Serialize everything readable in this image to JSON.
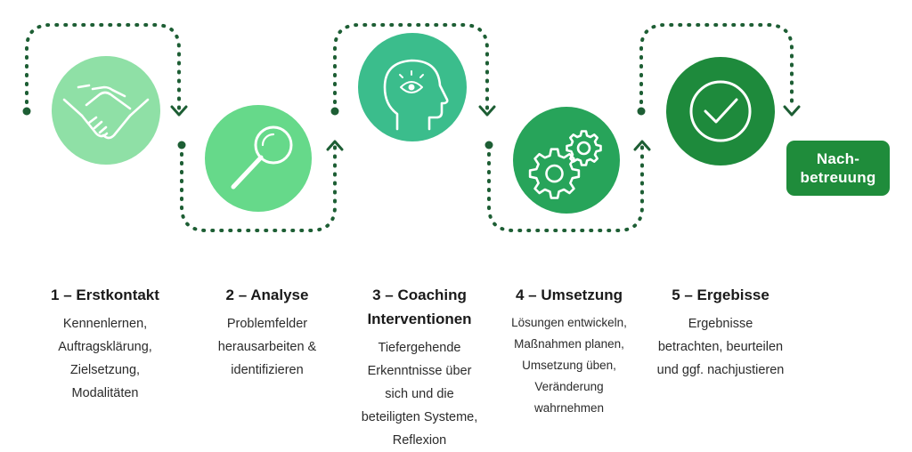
{
  "colors": {
    "dotted_line": "#1d5e34",
    "circle_1": "#8fe0a6",
    "circle_2": "#66d98a",
    "circle_3": "#3bbd8c",
    "circle_4": "#27a45a",
    "circle_5": "#1e8a3c",
    "final_box": "#1f8c3b"
  },
  "final": {
    "line1": "Nach-",
    "line2": "betreuung"
  },
  "steps": [
    {
      "title_lines": [
        "1 – Erstkontakt"
      ],
      "desc_lines": [
        "Kennenlernen,",
        "Auftragsklärung,",
        "Zielsetzung,",
        "Modalitäten"
      ],
      "icon": "handshake-icon"
    },
    {
      "title_lines": [
        "2 – Analyse"
      ],
      "desc_lines": [
        "Problemfelder",
        "herausarbeiten &",
        "identifizieren"
      ],
      "icon": "magnifier-icon"
    },
    {
      "title_lines": [
        "3 – Coaching",
        "Interventionen"
      ],
      "desc_lines": [
        "Tiefergehende",
        "Erkenntnisse über",
        "sich und die",
        "beteiligten Systeme,",
        "Reflexion"
      ],
      "icon": "head-eye-icon"
    },
    {
      "title_lines": [
        "4 – Umsetzung"
      ],
      "desc_lines": [
        "Lösungen entwickeln,",
        "Maßnahmen planen,",
        "Umsetzung üben,",
        "Veränderung",
        "wahrnehmen"
      ],
      "icon": "gears-icon"
    },
    {
      "title_lines": [
        "5 – Ergebisse"
      ],
      "desc_lines": [
        "Ergebnisse",
        "betrachten, beurteilen",
        "und ggf. nachjustieren"
      ],
      "icon": "checkmark-icon"
    }
  ]
}
